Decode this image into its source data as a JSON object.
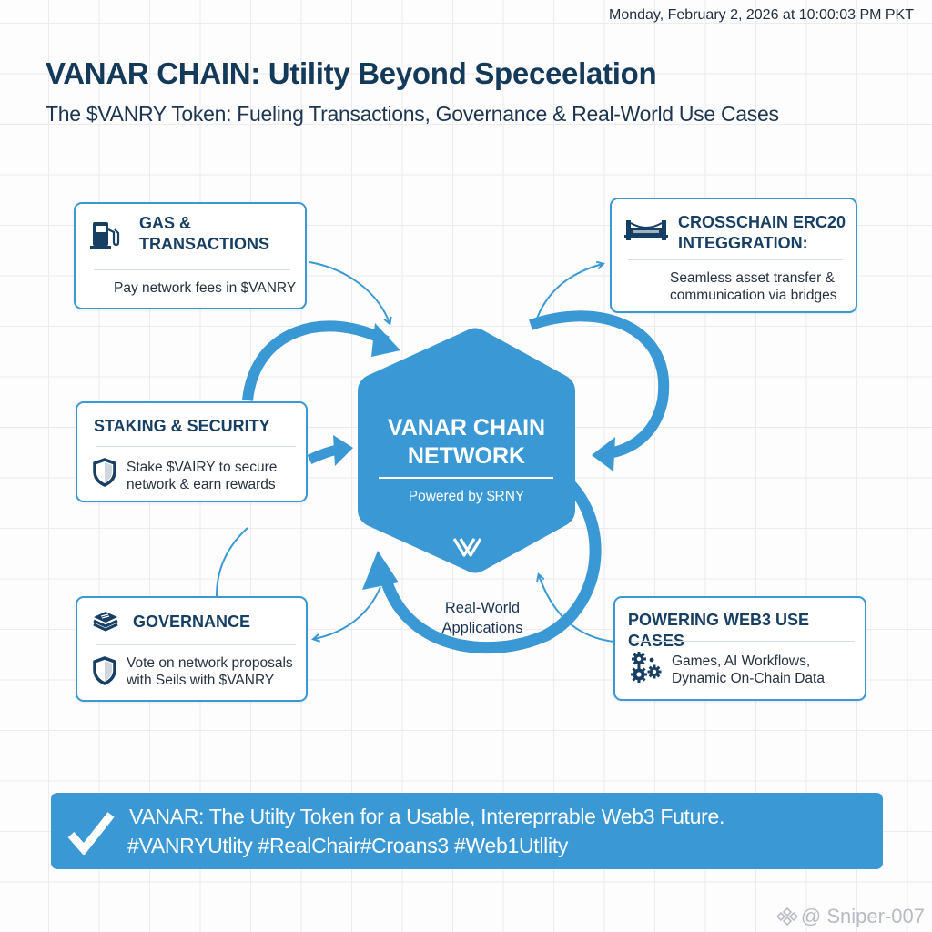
{
  "timestamp": "Monday, February 2, 2026 at 10:00:03 PM PKT",
  "title": "VANAR CHAIN: Utility Beyond Speceelation",
  "subtitle": "The $VANRY Token: Fueling Transactions, Governance & Real-World Use Cases",
  "center": {
    "title_line1": "VANAR CHAIN",
    "title_line2": "NETWORK",
    "subtitle": "Powered by $RNY",
    "logo_icon": "vanar-v-logo"
  },
  "real_world_label": {
    "line1": "Real-World",
    "line2": "Applications"
  },
  "cards": {
    "gas": {
      "title_line1": "GAS &",
      "title_line2": "TRANSACTIONS",
      "description": "Pay network fees in $VANRY",
      "icon": "gas-pump-icon"
    },
    "crosschain": {
      "title_line1": "CROSSCHAIN ERC20",
      "title_line2": "INTEGGRATION:",
      "description_line1": "Seamless asset transfer &",
      "description_line2": "communication via bridges",
      "icon": "bridge-icon"
    },
    "staking": {
      "title": "STAKING & SECURITY",
      "description_line1": "Stake $VAIRY to secure",
      "description_line2": "network & earn rewards",
      "icon": "shield-icon"
    },
    "governance": {
      "title": "GOVERNANCE",
      "description_line1": "Vote on network proposals",
      "description_line2": "with Seils with $VANRY",
      "icon": "layers-icon",
      "desc_icon": "shield-icon"
    },
    "web3": {
      "title": "POWERING WEB3 USE CASES",
      "description_line1": "Games, AI Workflows,",
      "description_line2": "Dynamic On-Chain Data",
      "icon": "gears-icon"
    }
  },
  "banner": {
    "line1": "VANAR: The Utilty Token for a Usable, Intereprrable Web3 Future.",
    "line2": "#VANRYUtlity #RealChair#Croans3 #Web1Utllity",
    "icon": "checkmark-icon"
  },
  "watermark": {
    "text": "@ Sniper-007",
    "icon": "binance-logo-icon"
  },
  "colors": {
    "accent": "#3a98d4",
    "heading": "#173f63",
    "text": "#26323f"
  }
}
